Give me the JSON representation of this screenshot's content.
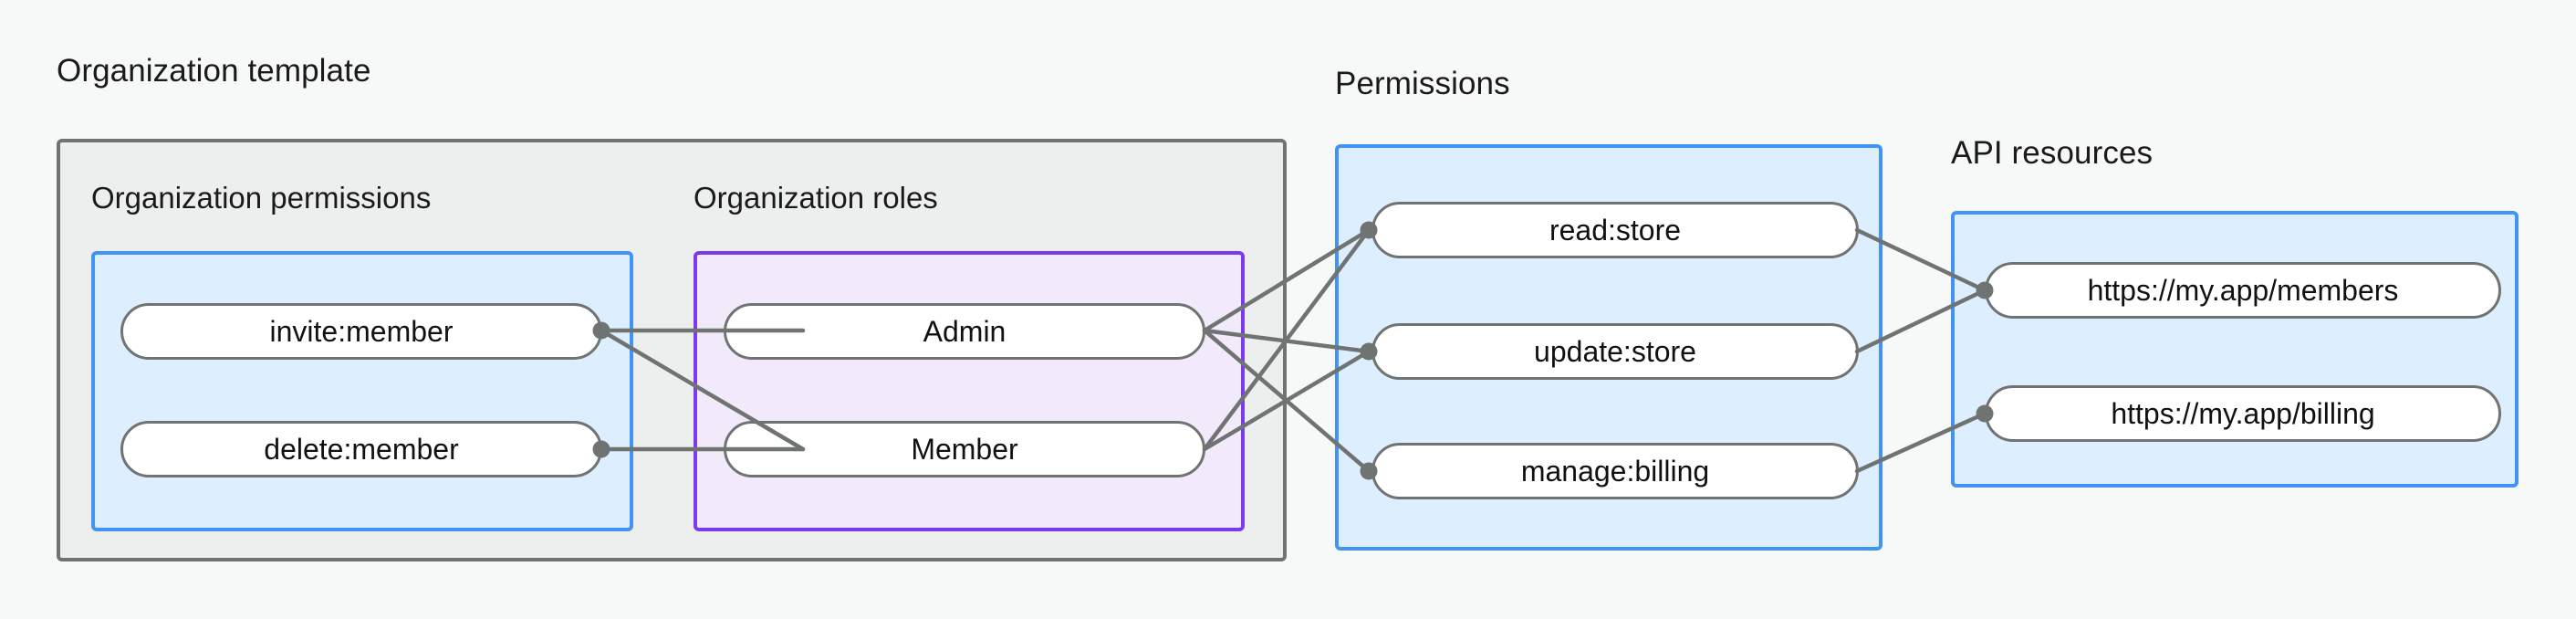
{
  "diagram": {
    "type": "entity-relationship-flow",
    "background_color": "#f7f8f8",
    "edge_color": "#6f7472",
    "groups": [
      {
        "id": "organization-template",
        "label": "Organization template",
        "border_color": "#6f7472",
        "fill_color": "#edeeee",
        "subgroups": [
          {
            "id": "organization-permissions",
            "label": "Organization permissions",
            "border_color": "#4193f5",
            "fill_color": "#ddeeff",
            "nodes": [
              {
                "id": "invite-member",
                "label": "invite:member"
              },
              {
                "id": "delete-member",
                "label": "delete:member"
              }
            ]
          },
          {
            "id": "organization-roles",
            "label": "Organization roles",
            "border_color": "#7c3aed",
            "fill_color": "#f2e9fb",
            "nodes": [
              {
                "id": "admin",
                "label": "Admin"
              },
              {
                "id": "member",
                "label": "Member"
              }
            ]
          }
        ]
      },
      {
        "id": "permissions",
        "label": "Permissions",
        "border_color": "#4193f5",
        "fill_color": "#ddeeff",
        "nodes": [
          {
            "id": "read-store",
            "label": "read:store"
          },
          {
            "id": "update-store",
            "label": "update:store"
          },
          {
            "id": "manage-billing",
            "label": "manage:billing"
          }
        ]
      },
      {
        "id": "api-resources",
        "label": "API resources",
        "border_color": "#4193f5",
        "fill_color": "#ddeeff",
        "nodes": [
          {
            "id": "my-app-members",
            "label": "https://my.app/members"
          },
          {
            "id": "my-app-billing",
            "label": "https://my.app/billing"
          }
        ]
      }
    ],
    "edges": [
      {
        "from": "invite-member",
        "to": "admin"
      },
      {
        "from": "invite-member",
        "to": "member"
      },
      {
        "from": "delete-member",
        "to": "member"
      },
      {
        "from": "admin",
        "to": "read-store"
      },
      {
        "from": "admin",
        "to": "update-store"
      },
      {
        "from": "admin",
        "to": "manage-billing"
      },
      {
        "from": "member",
        "to": "read-store"
      },
      {
        "from": "member",
        "to": "update-store"
      },
      {
        "from": "read-store",
        "to": "my-app-members"
      },
      {
        "from": "update-store",
        "to": "my-app-members"
      },
      {
        "from": "manage-billing",
        "to": "my-app-billing"
      }
    ]
  }
}
